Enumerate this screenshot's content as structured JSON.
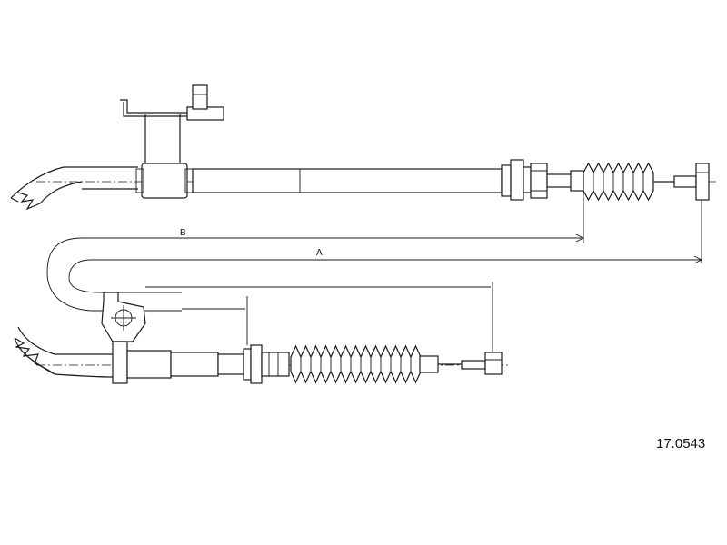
{
  "diagram": {
    "part_number": "17.0543",
    "dimension_labels": {
      "a": "A",
      "b": "B"
    },
    "colors": {
      "line": "#1a1a1a",
      "background": "#ffffff"
    }
  }
}
